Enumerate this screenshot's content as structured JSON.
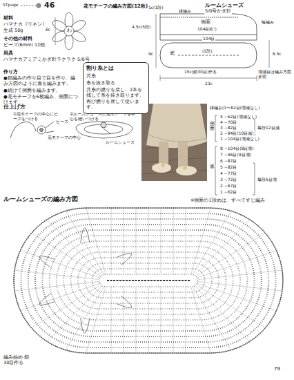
{
  "diagram": {
    "nodes": [
      {
        "text": [
          "割り糸とは",
          "共糸",
          "糸を抜き取る",
          "共糸の撚りを戻し、2本を残して糸を抜き取ります。再び撚りを戻して使います。"
        ]
      }
    ],
    "labels": [
      "STpage",
      "46",
      "材料",
      "ハマナカ《リネン》",
      "生成 50g",
      "その他の材料",
      "ビーズ(6mm) 12個",
      "用具",
      "ハマナカアミアミかぎ針ラクラク 5/0号",
      "作り方",
      "●鎖編みの作り目で目を作り、編み方図のように底を編みます。",
      "●続けて側面を編みます。",
      "●花モチーフを6枚編み、側面につけます。",
      "花モチーフの編み方図(12枚)",
      "3c",
      "わ",
      "ルームシューズ",
      "5/0号かぎ針",
      "1c(1段)",
      "縁編み",
      "輪編み",
      "4.5c(5段)",
      "側面",
      "104目拾う",
      "104目",
      "9c",
      "(1段)",
      "6.5c",
      "底",
      "15c(鎖30目)作る",
      "23c",
      "増減目は編み方図参照",
      "縁編み(1〜62目(増減なし)",
      "側面",
      "5 −62目(増減なし)",
      "4 −70目",
      "3 −82目",
      "2 −94目(10目減)",
      "1 −104目(増減なし)",
      "毎段12目減",
      "底",
      "8 −104目(8目増)",
      "7 −96目(9目増)",
      "6 −87目",
      "5 −82目",
      "4 −77目",
      "3 −72目",
      "2 −67目",
      "1 −62目",
      "毎段5目増",
      "仕上げ方",
      "①花モチーフの中心にビーズをつける",
      "ビーズ",
      "花モチーフの中心",
      "②ルームシューズに花モチーフを中心を縫いつける",
      "ルームシューズ",
      "ルームシューズの編み方図",
      "※側面の1段めは、すべてすじ編み",
      "編み始め 鎖30目作る",
      "79"
    ]
  }
}
